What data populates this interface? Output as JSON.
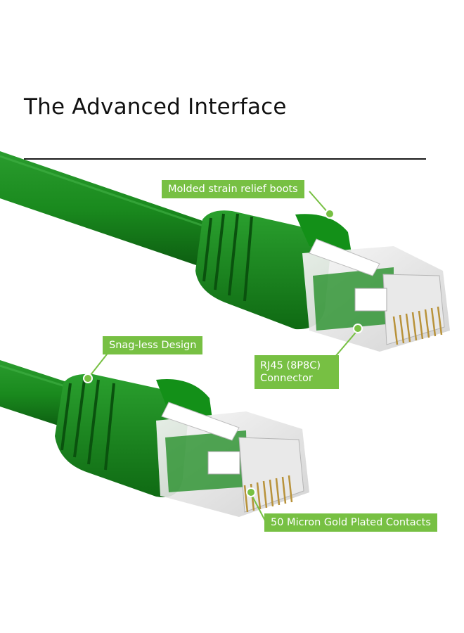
{
  "heading": {
    "title": "The Advanced Interface"
  },
  "callouts": {
    "strain_relief": "Molded strain relief boots",
    "snagless": "Snag-less Design",
    "rj45_line1": "RJ45 (8P8C)",
    "rj45_line2": "Connector",
    "contacts": "50 Micron Gold Plated Contacts"
  },
  "colors": {
    "cable_green": "#1a8a1e",
    "cable_dark": "#0f6a13",
    "callout_green": "#77c043",
    "text": "#111111"
  }
}
